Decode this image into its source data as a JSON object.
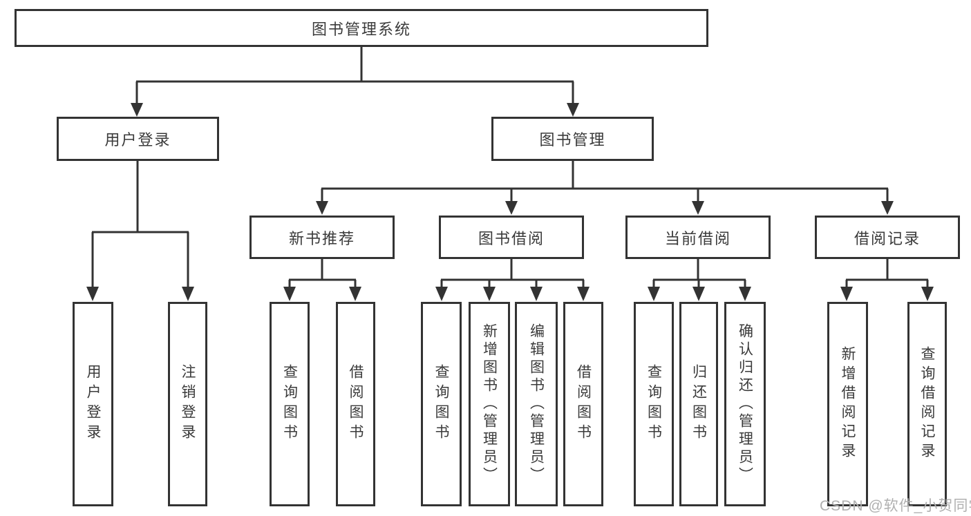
{
  "diagram": {
    "root": {
      "label": "图书管理系统"
    },
    "branches": [
      {
        "label": "用户登录",
        "children": [
          {
            "label": "用户登录"
          },
          {
            "label": "注销登录"
          }
        ]
      },
      {
        "label": "图书管理",
        "sections": [
          {
            "label": "新书推荐",
            "children": [
              {
                "label": "查询图书"
              },
              {
                "label": "借阅图书"
              }
            ]
          },
          {
            "label": "图书借阅",
            "children": [
              {
                "label": "查询图书"
              },
              {
                "label": "新增图书（管理员）"
              },
              {
                "label": "编辑图书（管理员）"
              },
              {
                "label": "借阅图书"
              }
            ]
          },
          {
            "label": "当前借阅",
            "children": [
              {
                "label": "查询图书"
              },
              {
                "label": "归还图书"
              },
              {
                "label": "确认归还（管理员）"
              }
            ]
          },
          {
            "label": "借阅记录",
            "children": [
              {
                "label": "新增借阅记录"
              },
              {
                "label": "查询借阅记录"
              }
            ]
          }
        ]
      }
    ]
  },
  "watermark": "CSDN @软件_小贺同学",
  "colors": {
    "line": "#333333",
    "text": "#3a3a3a",
    "watermark": "#b0b0b0",
    "background": "#ffffff"
  }
}
